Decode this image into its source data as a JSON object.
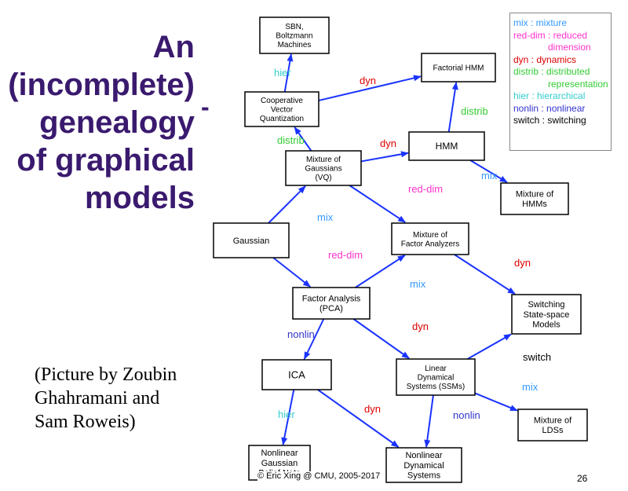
{
  "title": [
    "An",
    "(incomplete)",
    "genealogy",
    "of graphical",
    "models"
  ],
  "title_dash": "-",
  "credit": [
    "(Picture by Zoubin",
    "Ghahramani and",
    "Sam Roweis)"
  ],
  "footer": "© Eric Xing @ CMU, 2005-2017",
  "page_number": "26",
  "colors": {
    "title": "#3a1a6e",
    "mix": "#3399ff",
    "red-dim": "#ff33cc",
    "dyn": "#dd0000",
    "distrib": "#33cc33",
    "hier": "#33cccc",
    "nonlin": "#3333cc",
    "switch": "#000000",
    "arrow": "#1a33ff"
  },
  "legend": [
    {
      "key": "mix",
      "text": "mix : mixture",
      "cont": ""
    },
    {
      "key": "red-dim",
      "text": "red-dim : reduced",
      "cont": "dimension"
    },
    {
      "key": "dyn",
      "text": "dyn : dynamics",
      "cont": ""
    },
    {
      "key": "distrib",
      "text": "distrib : distributed",
      "cont": "representation"
    },
    {
      "key": "hier",
      "text": "hier : hierarchical",
      "cont": ""
    },
    {
      "key": "nonlin",
      "text": "nonlin : nonlinear",
      "cont": ""
    },
    {
      "key": "switch",
      "text": "switch : switching",
      "cont": ""
    }
  ],
  "nodes": [
    {
      "id": "sbn",
      "lines": [
        "SBN,",
        "Boltzmann",
        "Machines"
      ]
    },
    {
      "id": "cvq",
      "lines": [
        "Cooperative",
        "Vector",
        "Quantization"
      ]
    },
    {
      "id": "fhmm",
      "lines": [
        "Factorial HMM"
      ]
    },
    {
      "id": "hmm",
      "lines": [
        "HMM"
      ]
    },
    {
      "id": "mog",
      "lines": [
        "Mixture of",
        "Gaussians",
        "(VQ)"
      ]
    },
    {
      "id": "mohmm",
      "lines": [
        "Mixture of",
        "HMMs"
      ]
    },
    {
      "id": "gauss",
      "lines": [
        "Gaussian"
      ]
    },
    {
      "id": "mofa",
      "lines": [
        "Mixture of",
        "Factor Analyzers"
      ]
    },
    {
      "id": "fa",
      "lines": [
        "Factor Analysis",
        "(PCA)"
      ]
    },
    {
      "id": "sssm",
      "lines": [
        "Switching",
        "State-space",
        "Models"
      ]
    },
    {
      "id": "ica",
      "lines": [
        "ICA"
      ]
    },
    {
      "id": "lds",
      "lines": [
        "Linear",
        "Dynamical",
        "Systems (SSMs)"
      ]
    },
    {
      "id": "molds",
      "lines": [
        "Mixture of",
        "LDSs"
      ]
    },
    {
      "id": "ngbn",
      "lines": [
        "Nonlinear",
        "Gaussian",
        "Belief Nets"
      ]
    },
    {
      "id": "nds",
      "lines": [
        "Nonlinear",
        "Dynamical",
        "Systems"
      ]
    }
  ],
  "edges": [
    {
      "from": "cvq",
      "to": "sbn",
      "label": "hier",
      "key": "hier"
    },
    {
      "from": "cvq",
      "to": "fhmm",
      "label": "dyn",
      "key": "dyn"
    },
    {
      "from": "mog",
      "to": "cvq",
      "label": "distrib",
      "key": "distrib"
    },
    {
      "from": "mog",
      "to": "hmm",
      "label": "dyn",
      "key": "dyn"
    },
    {
      "from": "hmm",
      "to": "fhmm",
      "label": "distrib",
      "key": "distrib"
    },
    {
      "from": "hmm",
      "to": "mohmm",
      "label": "mix",
      "key": "mix"
    },
    {
      "from": "mog",
      "to": "mofa",
      "label": "red-dim",
      "key": "red-dim"
    },
    {
      "from": "gauss",
      "to": "mog",
      "label": "mix",
      "key": "mix"
    },
    {
      "from": "gauss",
      "to": "fa",
      "label": "red-dim",
      "key": "red-dim"
    },
    {
      "from": "fa",
      "to": "mofa",
      "label": "mix",
      "key": "mix"
    },
    {
      "from": "mofa",
      "to": "sssm",
      "label": "dyn",
      "key": "dyn"
    },
    {
      "from": "fa",
      "to": "ica",
      "label": "nonlin",
      "key": "nonlin"
    },
    {
      "from": "fa",
      "to": "lds",
      "label": "dyn",
      "key": "dyn"
    },
    {
      "from": "lds",
      "to": "sssm",
      "label": "switch",
      "key": "switch"
    },
    {
      "from": "lds",
      "to": "molds",
      "label": "mix",
      "key": "mix"
    },
    {
      "from": "ica",
      "to": "ngbn",
      "label": "hier",
      "key": "hier"
    },
    {
      "from": "ica",
      "to": "nds",
      "label": "dyn",
      "key": "dyn"
    },
    {
      "from": "lds",
      "to": "nds",
      "label": "nonlin",
      "key": "nonlin"
    }
  ]
}
